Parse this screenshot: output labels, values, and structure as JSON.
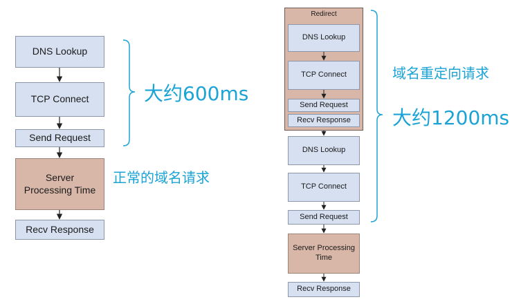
{
  "left": {
    "dns_lookup": "DNS Lookup",
    "tcp_connect": "TCP Connect",
    "send_request": "Send Request",
    "server_processing": "Server Processing Time",
    "recv_response": "Recv Response",
    "duration_label": "大约600ms",
    "caption": "正常的域名请求"
  },
  "right": {
    "redirect_title": "Redirect",
    "redirect_dns_lookup": "DNS Lookup",
    "redirect_tcp_connect": "TCP Connect",
    "redirect_send_request": "Send Request",
    "redirect_recv_response": "Recv Response",
    "dns_lookup": "DNS Lookup",
    "tcp_connect": "TCP Connect",
    "send_request": "Send Request",
    "server_processing": "Server Processing Time",
    "recv_response": "Recv Response",
    "caption": "域名重定向请求",
    "duration_label": "大约1200ms"
  },
  "colors": {
    "step_fill": "#d6e0f0",
    "server_fill": "#d8b7a8",
    "annotation": "#1ba3d6"
  }
}
